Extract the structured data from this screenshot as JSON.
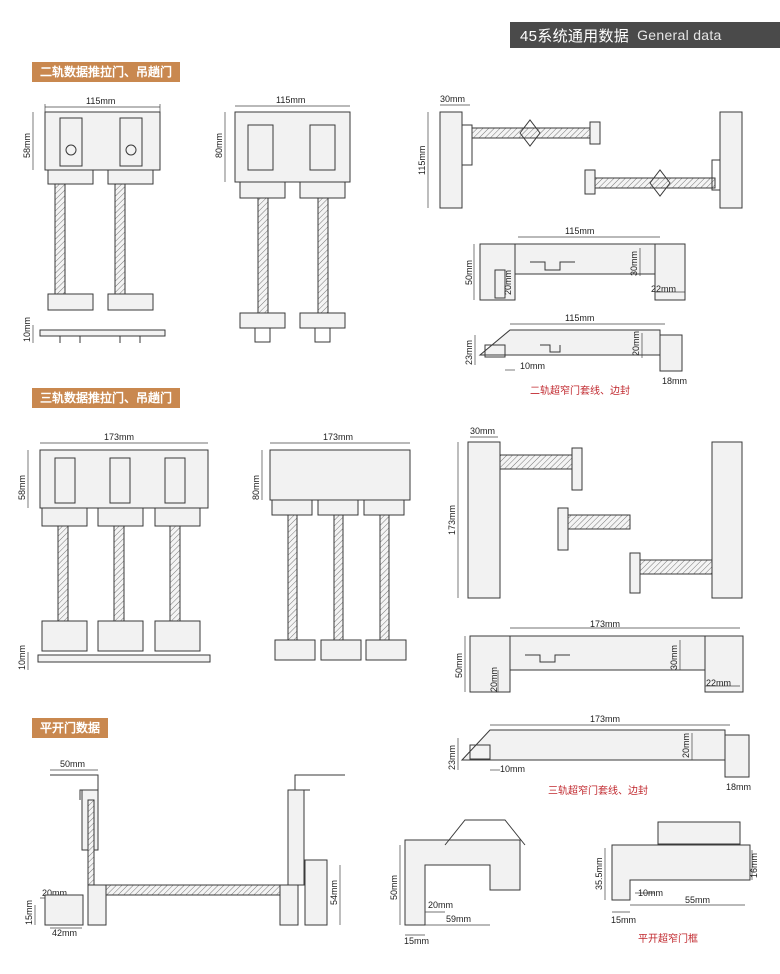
{
  "header": {
    "title_cn": "45系统通用数据",
    "title_en": "General data"
  },
  "colors": {
    "accent": "#c9884f",
    "caption": "#c0272d",
    "header_bg": "#4a4a4a"
  },
  "sections": {
    "two_track": "二轨数据推拉门、吊趟门",
    "three_track": "三轨数据推拉门、吊趟门",
    "casement": "平开门数据"
  },
  "captions": {
    "two_track_trim": "二轨超窄门套线、边封",
    "three_track_trim": "三轨超窄门套线、边封",
    "casement_frame": "平开超窄门框"
  },
  "dims": {
    "d115a": "115mm",
    "d58a": "58mm",
    "d10a": "10mm",
    "d115b": "115mm",
    "d80a": "80mm",
    "d30a": "30mm",
    "d115c": "115mm",
    "d115d": "115mm",
    "d50a": "50mm",
    "d20a": "20mm",
    "d30b": "30mm",
    "d22a": "22mm",
    "d115e": "115mm",
    "d23a": "23mm",
    "d10b": "10mm",
    "d20b": "20mm",
    "d18a": "18mm",
    "d173a": "173mm",
    "d58b": "58mm",
    "d10c": "10mm",
    "d173b": "173mm",
    "d80b": "80mm",
    "d30c": "30mm",
    "d173c": "173mm",
    "d173d": "173mm",
    "d50b": "50mm",
    "d20c": "20mm",
    "d30d": "30mm",
    "d22b": "22mm",
    "d173e": "173mm",
    "d23b": "23mm",
    "d10d": "10mm",
    "d20d": "20mm",
    "d18b": "18mm",
    "d50c": "50mm",
    "d20e": "20mm",
    "d15a": "15mm",
    "d42a": "42mm",
    "d54a": "54mm",
    "d50d": "50mm",
    "d20f": "20mm",
    "d59a": "59mm",
    "d15b": "15mm",
    "d35a": "35.5mm",
    "d10e": "10mm",
    "d55a": "55mm",
    "d16a": "16mm",
    "d15c": "15mm"
  }
}
